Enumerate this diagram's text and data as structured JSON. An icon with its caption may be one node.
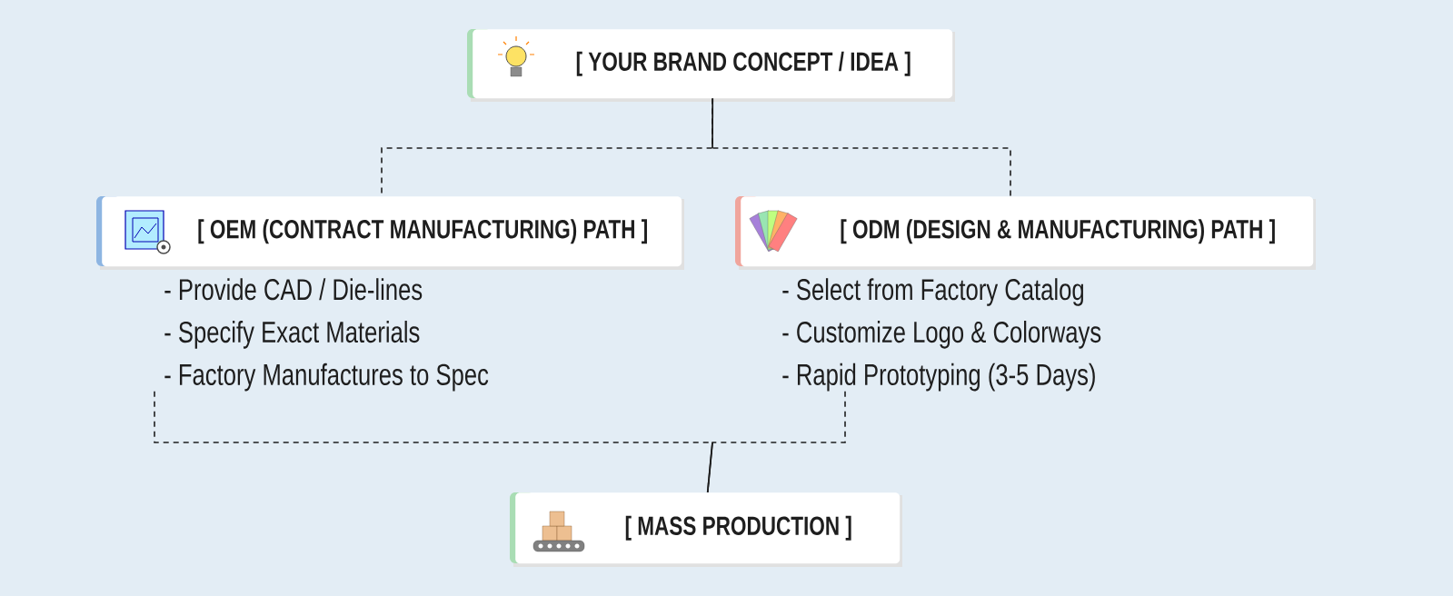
{
  "diagram": {
    "nodes": [
      {
        "text": [
          "[ YOUR BRAND CONCEPT / IDEA ]"
        ]
      },
      {
        "text": [
          "[ OEM (CONTRACT MANUFACTURING) PATH ]"
        ],
        "beside": [
          "- Provide CAD / Die-lines",
          "- Specify Exact Materials",
          "- Factory Manufactures to Spec"
        ]
      },
      {
        "text": [
          "[ ODM (DESIGN & MANUFACTURING) PATH ]"
        ],
        "beside": [
          "- Select from Factory Catalog",
          "- Customize Logo & Colorways",
          "- Rapid Prototyping (3-5 Days)"
        ]
      },
      {
        "text": [
          "[ MASS PRODUCTION ]"
        ]
      }
    ],
    "edges": [
      {
        "from": 0,
        "to": 1,
        "arrow": "none",
        "style": "dashed"
      },
      {
        "from": 0,
        "to": 2,
        "arrow": "none",
        "style": "dashed"
      },
      {
        "from": 1,
        "to": 3,
        "arrow": "none",
        "style": "dashed"
      },
      {
        "from": 2,
        "to": 3,
        "arrow": "none",
        "style": "dashed"
      }
    ]
  }
}
